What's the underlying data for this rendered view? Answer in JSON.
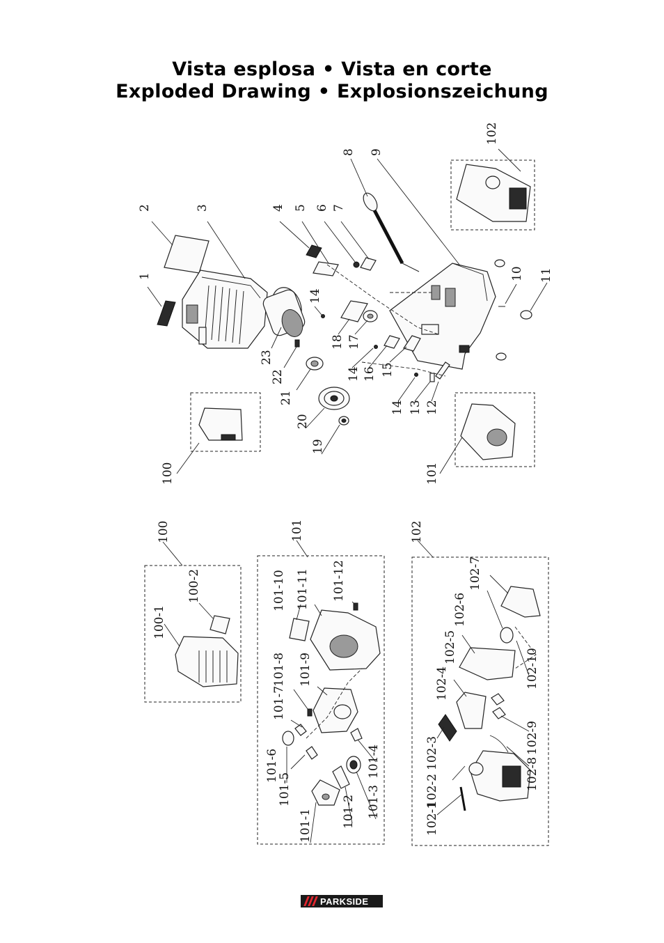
{
  "title_line1": "Vista esplosa • Vista en corte",
  "title_line2": "Exploded Drawing • Explosionszeichung",
  "brand": "PARKSIDE",
  "labels": {
    "l1": "1",
    "l2": "2",
    "l3": "3",
    "l4": "4",
    "l5": "5",
    "l6": "6",
    "l7": "7",
    "l8": "8",
    "l9": "9",
    "l10": "10",
    "l11": "11",
    "l12": "12",
    "l13": "13",
    "l14a": "14",
    "l14b": "14",
    "l14c": "14",
    "l15": "15",
    "l16": "16",
    "l17": "17",
    "l18": "18",
    "l19": "19",
    "l20": "20",
    "l21": "21",
    "l22": "22",
    "l23": "23",
    "l100a": "100",
    "l101a": "101",
    "l102a": "102",
    "l100b": "100",
    "l100_1": "100-1",
    "l100_2": "100-2",
    "l101b": "101",
    "l101_1": "101-1",
    "l101_2": "101-2",
    "l101_3": "101-3",
    "l101_4": "101-4",
    "l101_5": "101-5",
    "l101_6": "101-6",
    "l101_7": "101-7",
    "l101_8": "101-8",
    "l101_9": "101-9",
    "l101_10": "101-10",
    "l101_11": "101-11",
    "l101_12": "101-12",
    "l102b": "102",
    "l102_1": "102-1",
    "l102_2": "102-2",
    "l102_3": "102-3",
    "l102_4": "102-4",
    "l102_5": "102-5",
    "l102_6": "102-6",
    "l102_7": "102-7",
    "l102_8": "102-8",
    "l102_9": "102-9",
    "l102_10": "102-10"
  },
  "colors": {
    "brand_bg": "#1a1a1a",
    "brand_stripe": "#e3262e",
    "ink": "#222222"
  }
}
